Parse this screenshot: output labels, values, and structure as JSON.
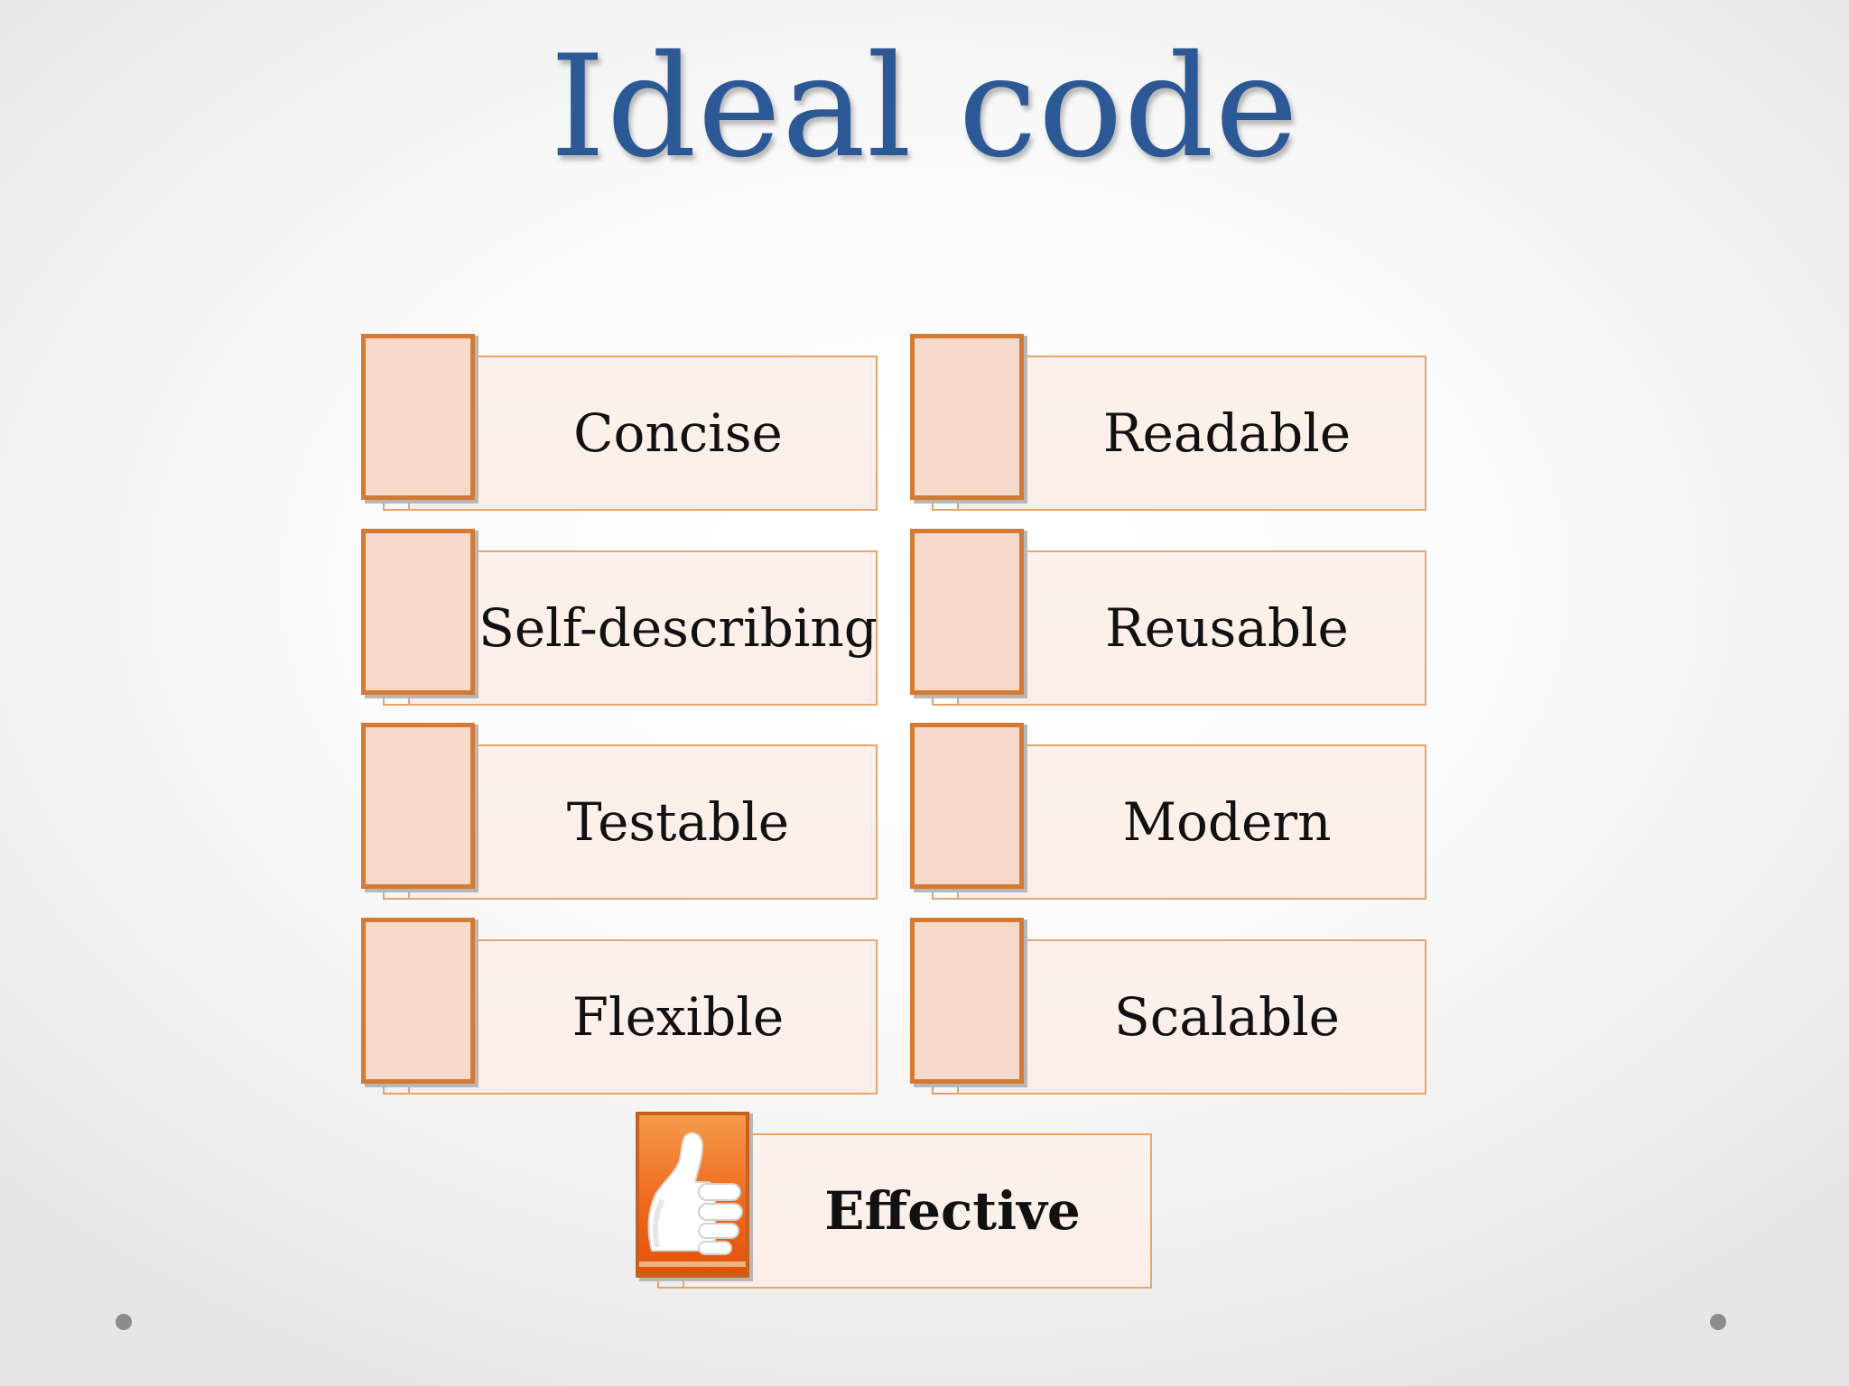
{
  "slide": {
    "title": "Ideal code",
    "items": [
      {
        "label": "Concise"
      },
      {
        "label": "Readable"
      },
      {
        "label": "Self-describing"
      },
      {
        "label": "Reusable"
      },
      {
        "label": "Testable"
      },
      {
        "label": "Modern"
      },
      {
        "label": "Flexible"
      },
      {
        "label": "Scalable"
      }
    ],
    "final_item": {
      "label": "Effective",
      "icon": "thumbs-up-icon"
    }
  },
  "colors": {
    "title": "#2c5896",
    "tab_border": "#d47a34",
    "tab_fill": "#f5dacc",
    "panel_fill": "#fdf1ec",
    "panel_border": "#e5a56f",
    "icon_fill": "#ef6a1c"
  }
}
